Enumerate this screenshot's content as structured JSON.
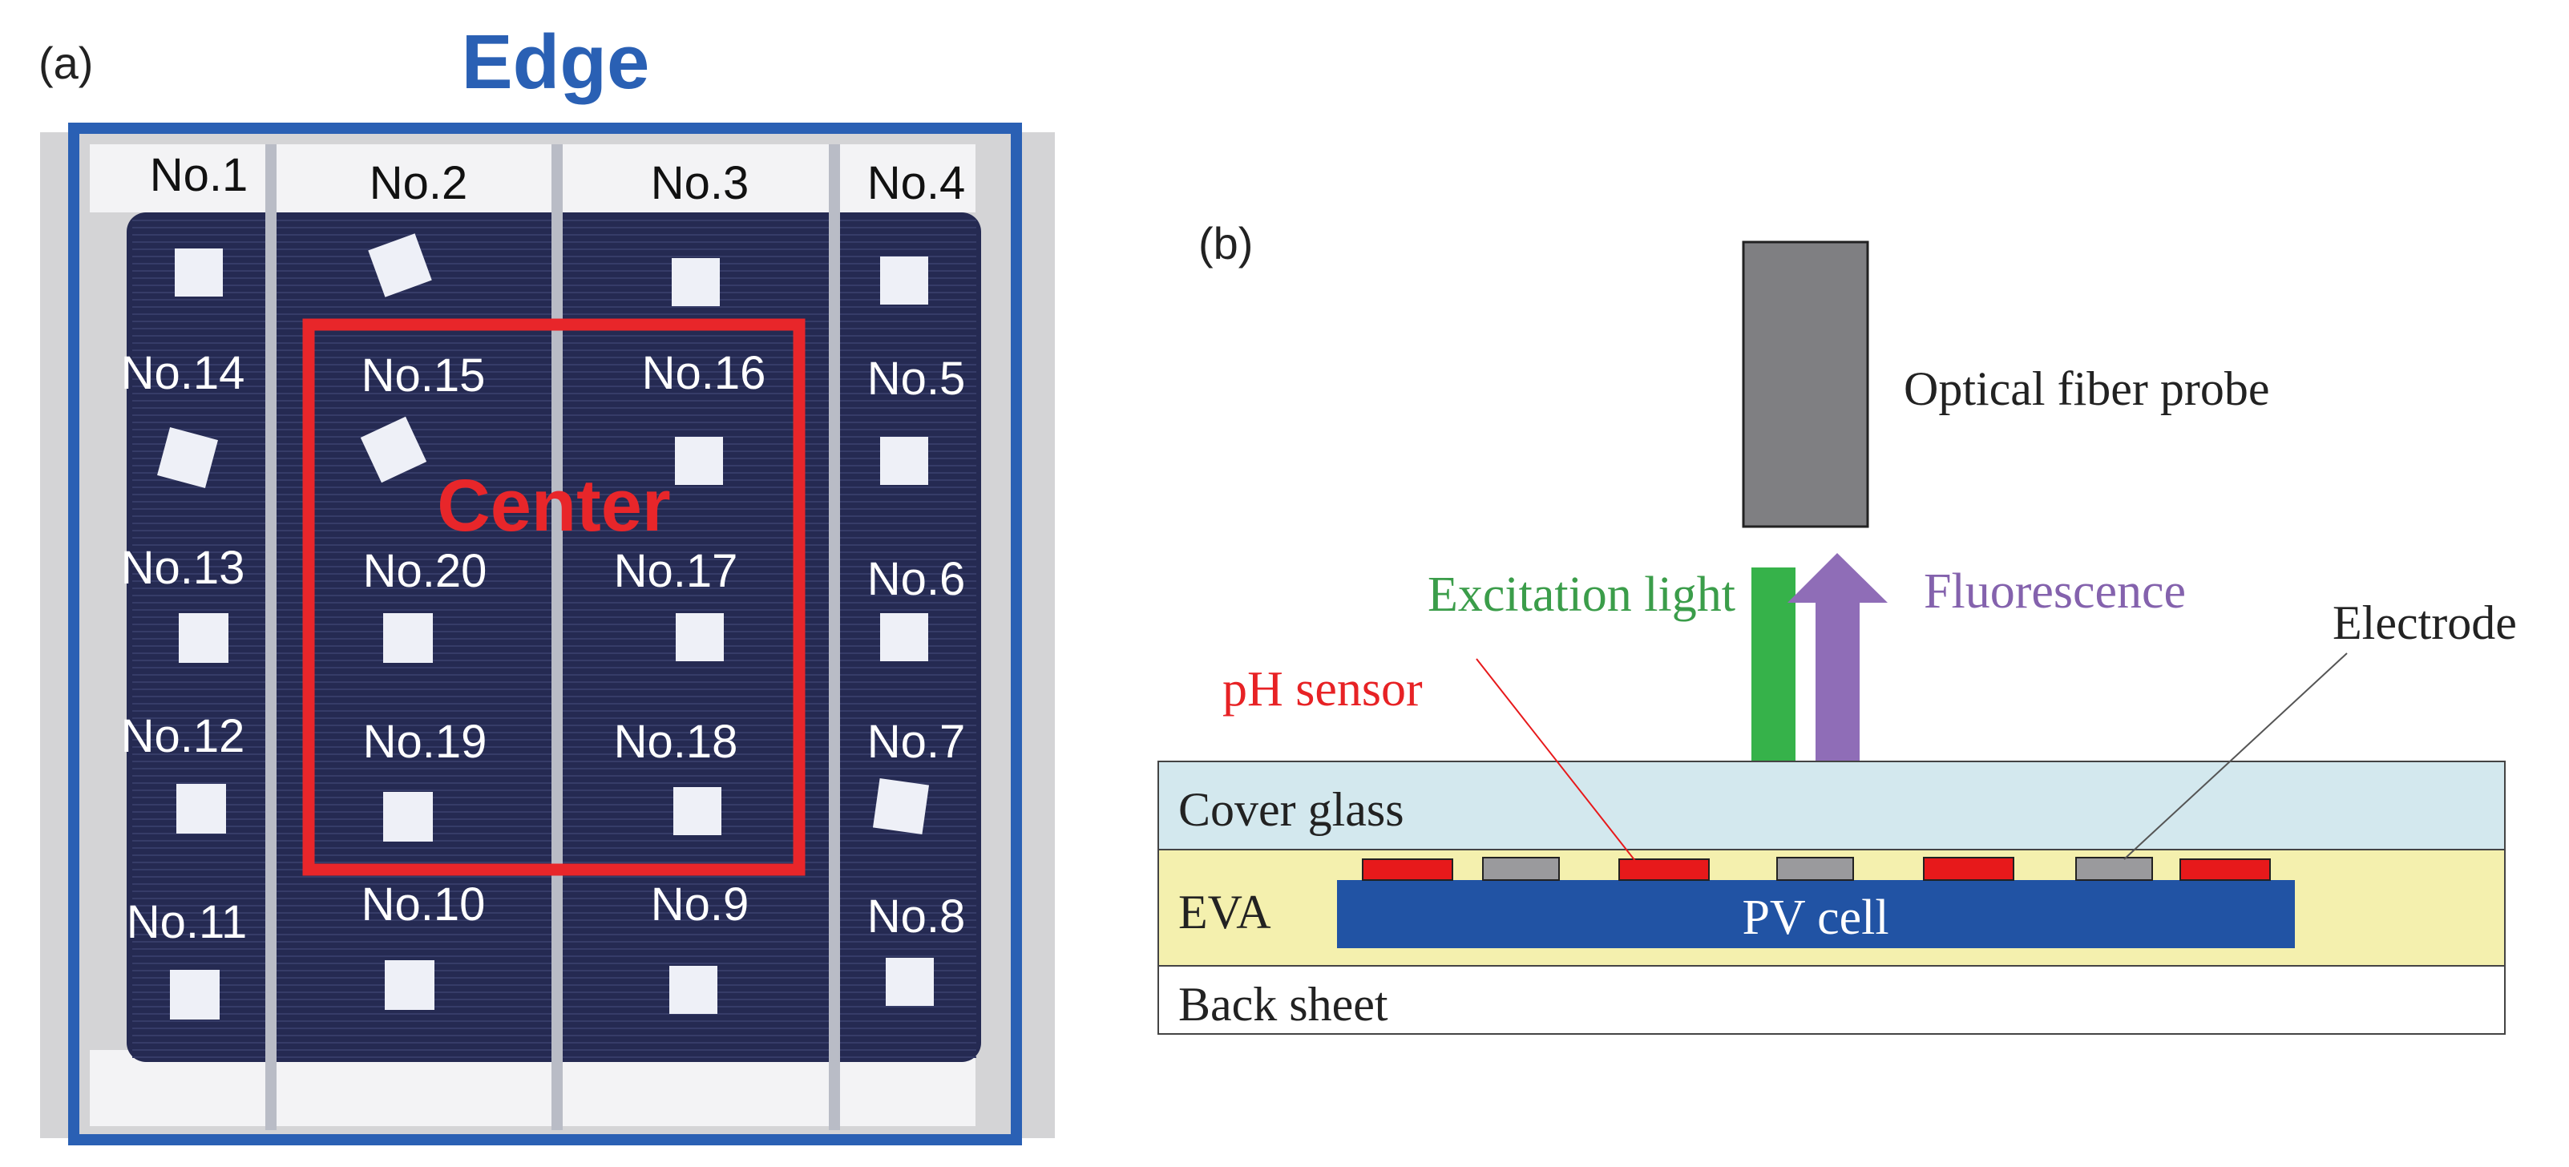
{
  "panel_a": {
    "label": "(a)",
    "edge_label": "Edge",
    "center_label": "Center",
    "samples": [
      "No.1",
      "No.2",
      "No.3",
      "No.4",
      "No.5",
      "No.6",
      "No.7",
      "No.8",
      "No.9",
      "No.10",
      "No.11",
      "No.12",
      "No.13",
      "No.14",
      "No.15",
      "No.16",
      "No.17",
      "No.18",
      "No.19",
      "No.20"
    ],
    "colors": {
      "edge_frame": "#2a60b4",
      "center_frame": "#e8262a",
      "cell": "#252a52",
      "panel_bg": "#d4d4d6",
      "sample": "#eef0f7"
    }
  },
  "panel_b": {
    "label": "(b)",
    "probe_label": "Optical fiber probe",
    "excitation_label": "Excitation light",
    "fluorescence_label": "Fluorescence",
    "ph_sensor_label": "pH sensor",
    "electrode_label": "Electrode",
    "layers": {
      "cover_glass": "Cover glass",
      "eva": "EVA",
      "back_sheet": "Back sheet",
      "pv_cell": "PV cell"
    },
    "colors": {
      "probe": "#7f7f82",
      "excitation": "#36b24a",
      "fluorescence": "#8f6db7",
      "sensor": "#e7191b",
      "electrode": "#9a9a9d",
      "cover_glass": "#d3e8ee",
      "eva": "#f4f0ae",
      "pv_cell": "#2153a4",
      "excitation_text": "#3b9d4a",
      "fluorescence_text": "#8462ad",
      "ph_text": "#e72225"
    }
  }
}
